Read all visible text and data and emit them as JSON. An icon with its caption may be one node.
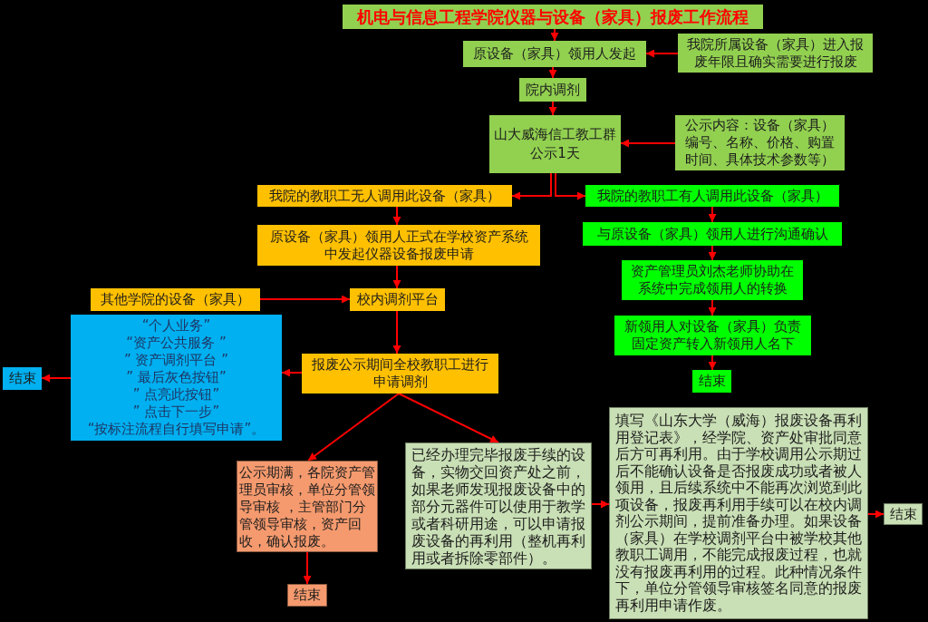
{
  "diagram": {
    "nodes": [
      {
        "text": [
          "机电与信息工程学院仪器与设备（家具）报废工作流程"
        ]
      },
      {
        "text": [
          "原设备（家具）领用人发起"
        ]
      },
      {
        "text": [
          "我院所属设备（家具）进入报废年限且确实需要进行报废"
        ]
      },
      {
        "text": [
          "院内调剂"
        ]
      },
      {
        "text": [
          "山大威海信工教工群公示1天"
        ]
      },
      {
        "text": [
          "公示内容：设备（家具）编号、名称、价格、购置时间、具体技术参数等）"
        ]
      },
      {
        "text": [
          "我院的教职工无人调用此设备（家具）"
        ]
      },
      {
        "text": [
          "我院的教职工有人调用此设备（家具）"
        ]
      },
      {
        "text": [
          "原设备（家具）领用人正式在学校资产系统中发起仪器设备报废申请"
        ]
      },
      {
        "text": [
          "与原设备（家具）领用人进行沟通确认"
        ]
      },
      {
        "text": [
          "资产管理员刘杰老师协助在系统中完成领用人的转换"
        ]
      },
      {
        "text": [
          "其他学院的设备（家具）"
        ]
      },
      {
        "text": [
          "校内调剂平台"
        ]
      },
      {
        "text": [
          "新领用人对设备（家具）负责固定资产转入新领用人名下"
        ]
      },
      {
        "text": [
          "“个人业务”",
          "“资产公共服务 ”",
          "” 资产调剂平台 ”",
          "” 最后灰色按钮”",
          "” 点亮此按钮”",
          "” 点击下一步”",
          "“按标注流程自行填写申请”。"
        ]
      },
      {
        "text": [
          "结束"
        ]
      },
      {
        "text": [
          "报废公示期间全校教职工进行申请调剂"
        ]
      },
      {
        "text": [
          "结束"
        ]
      },
      {
        "text": [
          "填写《山东大学（威海）报废设备再利用登记表》，经学院、资产处审批同意后方可再利用。由于学校调用公示期过后不能确认设备是否报废成功或者被人领用，且后续系统中不能再次浏览到此项设备，报废再利用手续可以在校内调剂公示期间，提前准备办理。如果设备（家具）在学校调剂平台中被学校其他教职工调用，不能完成报废过程，也就没有报废再利用的过程。此种情况条件下，单位分管领导审核签名同意的报废再利用申请作废。"
        ]
      },
      {
        "text": [
          "已经办理完毕报废手续的设备，实物交回资产处之前，如果老师发现报废设备中的部分元器件可以使用于教学或者科研用途，可以申请报废设备的再利用（整机再利用或者拆除零部件）。"
        ]
      },
      {
        "text": [
          "公示期满，各院资产管理员审核，单位分管领导审核 ，主管部门分管领导审核，资产回收，确认报废。"
        ]
      },
      {
        "text": [
          "结束"
        ]
      },
      {
        "text": [
          "结束"
        ]
      }
    ],
    "edges": [
      {
        "from": 0,
        "to": 1,
        "arrow": "to"
      },
      {
        "from": 2,
        "to": 1,
        "arrow": "to"
      },
      {
        "from": 1,
        "to": 3,
        "arrow": "to"
      },
      {
        "from": 3,
        "to": 4,
        "arrow": "to"
      },
      {
        "from": 5,
        "to": 4,
        "arrow": "to"
      },
      {
        "from": 4,
        "to": 6,
        "arrow": "to"
      },
      {
        "from": 4,
        "to": 7,
        "arrow": "to"
      },
      {
        "from": 6,
        "to": 8,
        "arrow": "to"
      },
      {
        "from": 7,
        "to": 9,
        "arrow": "to"
      },
      {
        "from": 9,
        "to": 10,
        "arrow": "to"
      },
      {
        "from": 10,
        "to": 13,
        "arrow": "to"
      },
      {
        "from": 13,
        "to": 17,
        "arrow": "to"
      },
      {
        "from": 8,
        "to": 12,
        "arrow": "to"
      },
      {
        "from": 11,
        "to": 12,
        "arrow": "to"
      },
      {
        "from": 12,
        "to": 16,
        "arrow": "to"
      },
      {
        "from": 16,
        "to": 14,
        "arrow": "to"
      },
      {
        "from": 14,
        "to": 15,
        "arrow": "to"
      },
      {
        "from": 16,
        "to": 20,
        "arrow": "to"
      },
      {
        "from": 16,
        "to": 19,
        "arrow": "to"
      },
      {
        "from": 20,
        "to": 22,
        "arrow": "to"
      },
      {
        "from": 19,
        "to": 18,
        "arrow": "to"
      },
      {
        "from": 18,
        "to": 21,
        "arrow": "to"
      }
    ]
  }
}
